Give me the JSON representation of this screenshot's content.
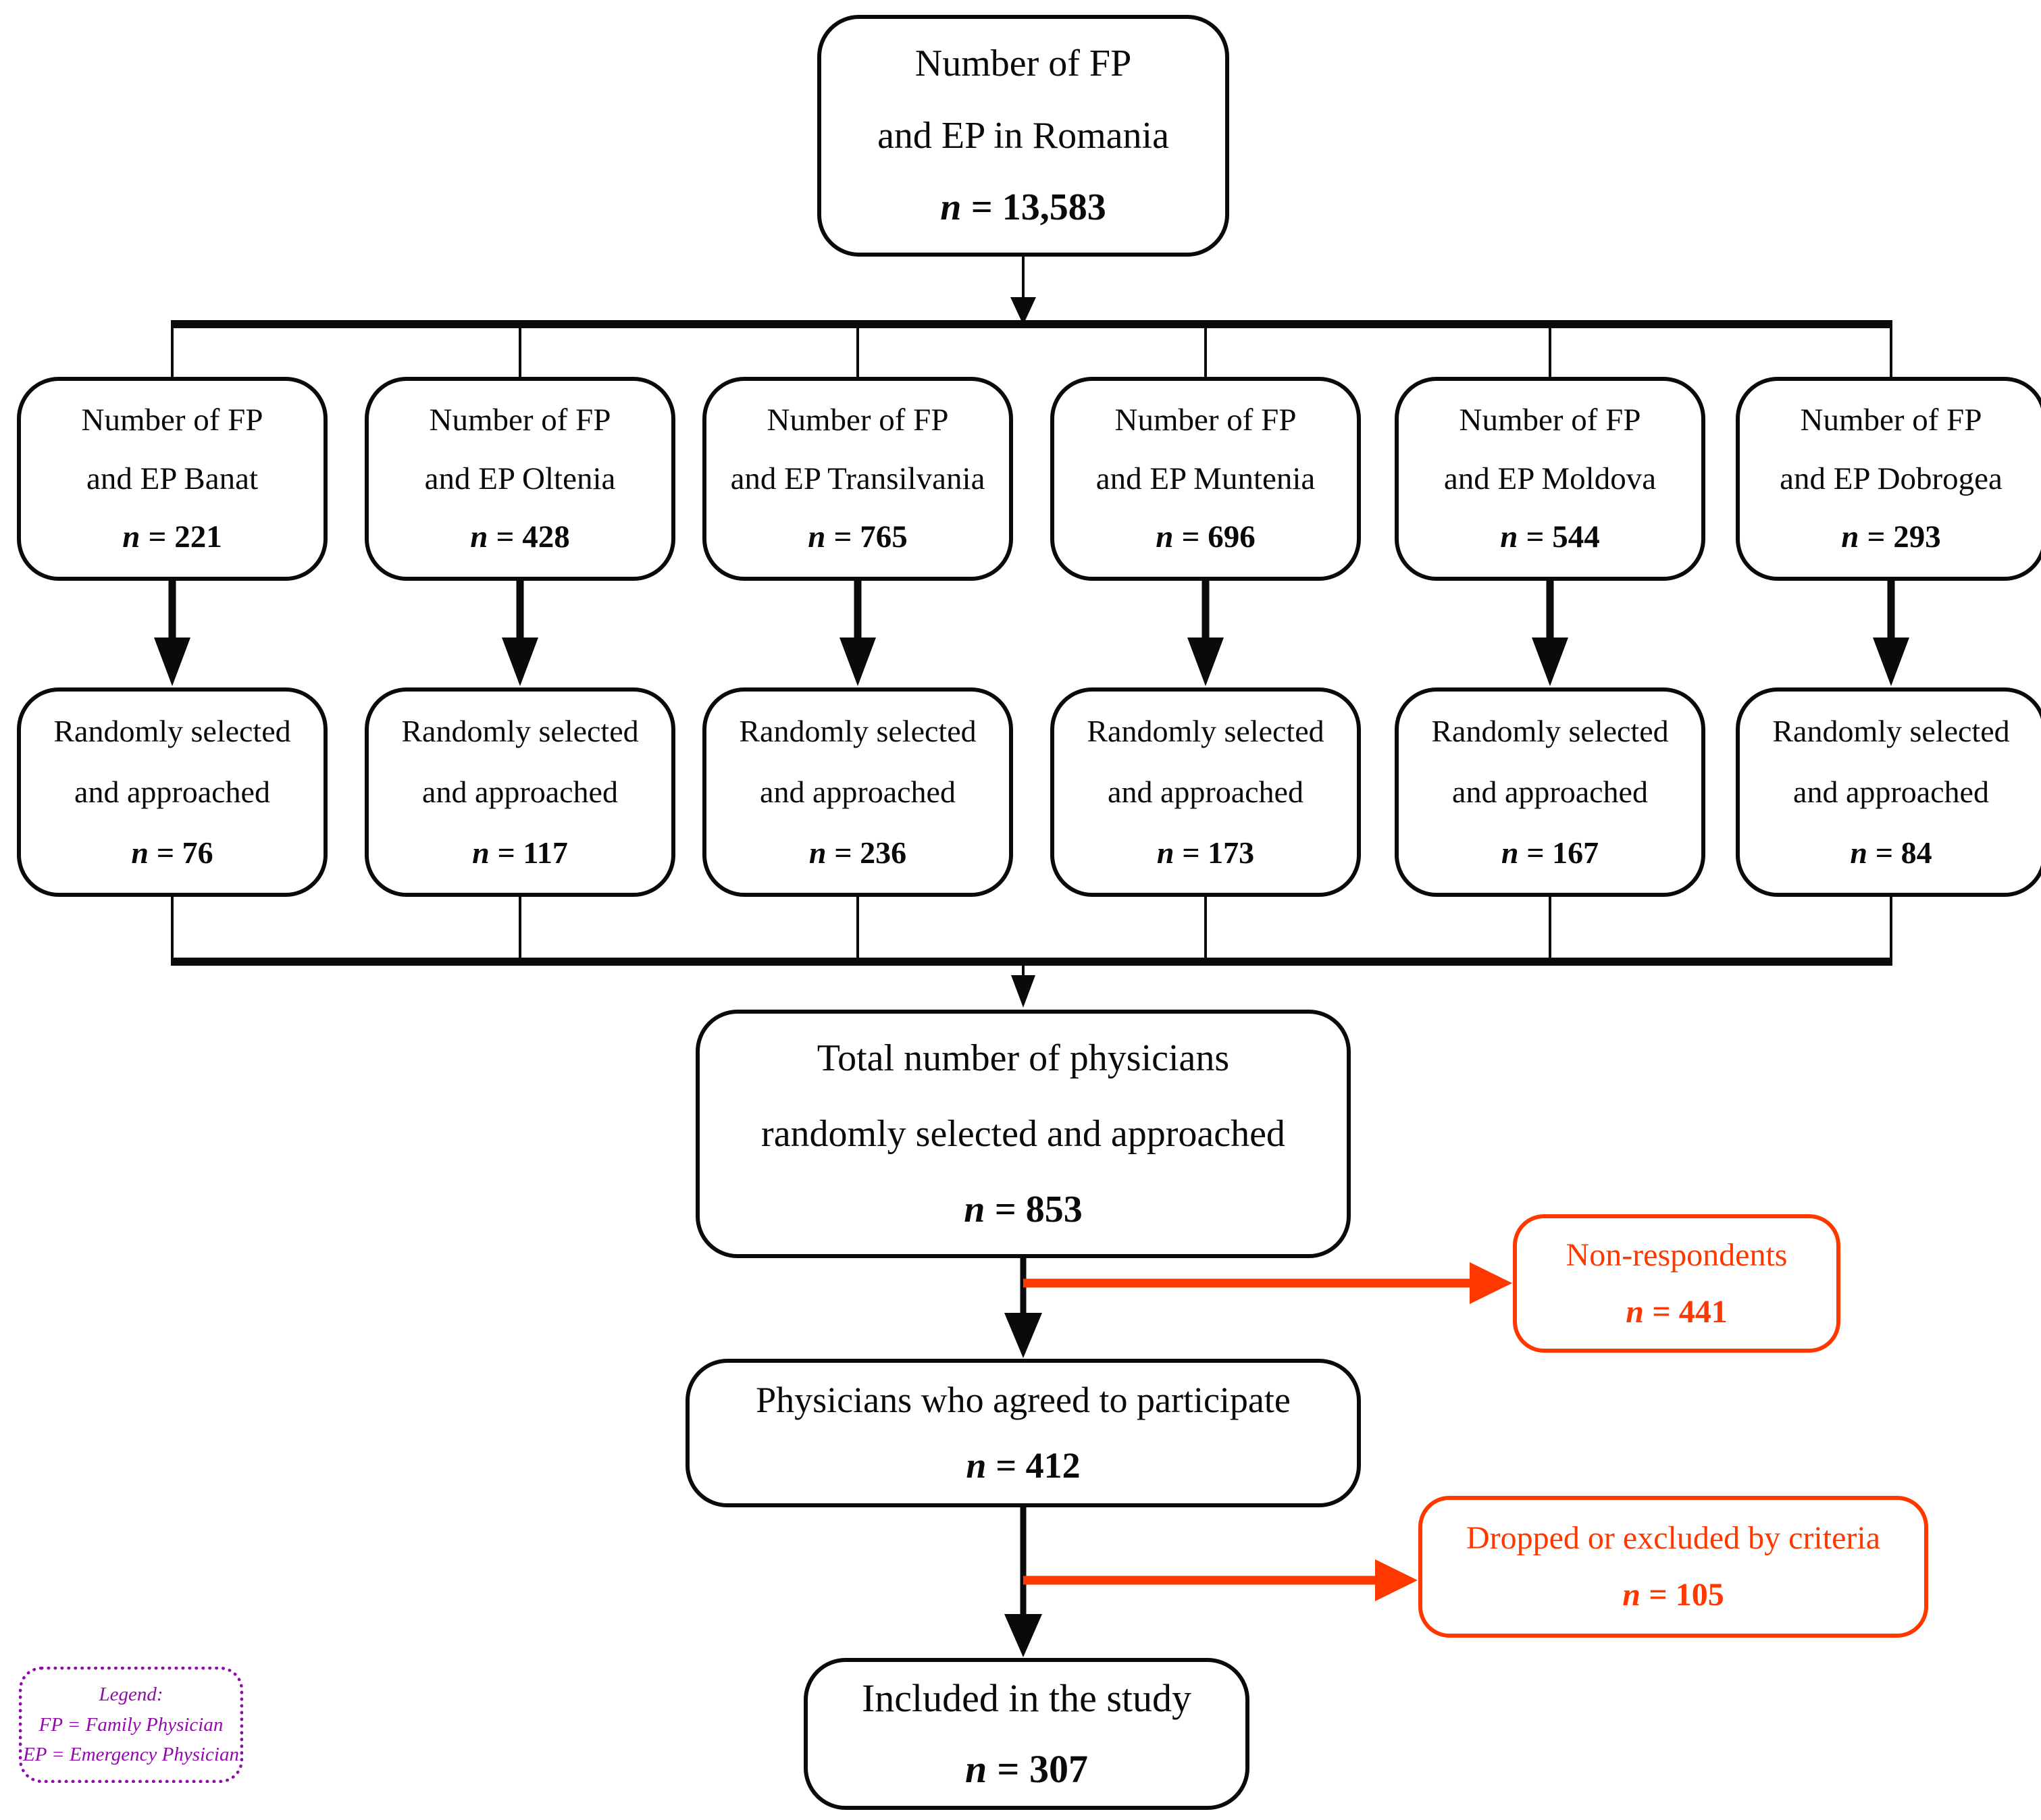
{
  "figure": {
    "background": "#ffffff",
    "colors": {
      "line_black": "#0a0a0a",
      "accent_red": "#ff3800",
      "legend_purple": "#910aaa"
    }
  },
  "top_box": {
    "line1": "Number of FP",
    "line2": "and EP in Romania",
    "n_label": "n",
    "n_value": "= 13,583"
  },
  "regions": [
    {
      "line1": "Number of FP",
      "line2": "and EP Banat",
      "n_label": "n",
      "n_value": "= 221"
    },
    {
      "line1": "Number of FP",
      "line2": "and EP Oltenia",
      "n_label": "n",
      "n_value": "= 428"
    },
    {
      "line1": "Number of FP",
      "line2": "and EP Transilvania",
      "n_label": "n",
      "n_value": "= 765"
    },
    {
      "line1": "Number of FP",
      "line2": "and EP Muntenia",
      "n_label": "n",
      "n_value": "= 696"
    },
    {
      "line1": "Number of FP",
      "line2": "and EP Moldova",
      "n_label": "n",
      "n_value": "= 544"
    },
    {
      "line1": "Number of FP",
      "line2": "and EP Dobrogea",
      "n_label": "n",
      "n_value": "= 293"
    }
  ],
  "selected": [
    {
      "line1": "Randomly selected",
      "line2": "and approached",
      "n_label": "n",
      "n_value": "= 76"
    },
    {
      "line1": "Randomly selected",
      "line2": "and approached",
      "n_label": "n",
      "n_value": "= 117"
    },
    {
      "line1": "Randomly selected",
      "line2": "and approached",
      "n_label": "n",
      "n_value": "= 236"
    },
    {
      "line1": "Randomly selected",
      "line2": "and approached",
      "n_label": "n",
      "n_value": "= 173"
    },
    {
      "line1": "Randomly selected",
      "line2": "and approached",
      "n_label": "n",
      "n_value": "= 167"
    },
    {
      "line1": "Randomly selected",
      "line2": "and approached",
      "n_label": "n",
      "n_value": "= 84"
    }
  ],
  "total_box": {
    "line1": "Total number of physicians",
    "line2": "randomly selected and approached",
    "n_label": "n",
    "n_value": "= 853"
  },
  "agreed_box": {
    "line1": "Physicians who agreed to participate",
    "n_label": "n",
    "n_value": "= 412"
  },
  "non_respondents_box": {
    "line1": "Non-respondents",
    "n_label": "n",
    "n_value": "= 441"
  },
  "dropped_box": {
    "line1": "Dropped or excluded by criteria",
    "n_label": "n",
    "n_value": "= 105"
  },
  "included_box": {
    "line1": "Included in the study",
    "n_label": "n",
    "n_value": "= 307"
  },
  "legend": {
    "title": "Legend:",
    "fp": "FP = Family Physician",
    "ep": "EP = Emergency Physician"
  }
}
